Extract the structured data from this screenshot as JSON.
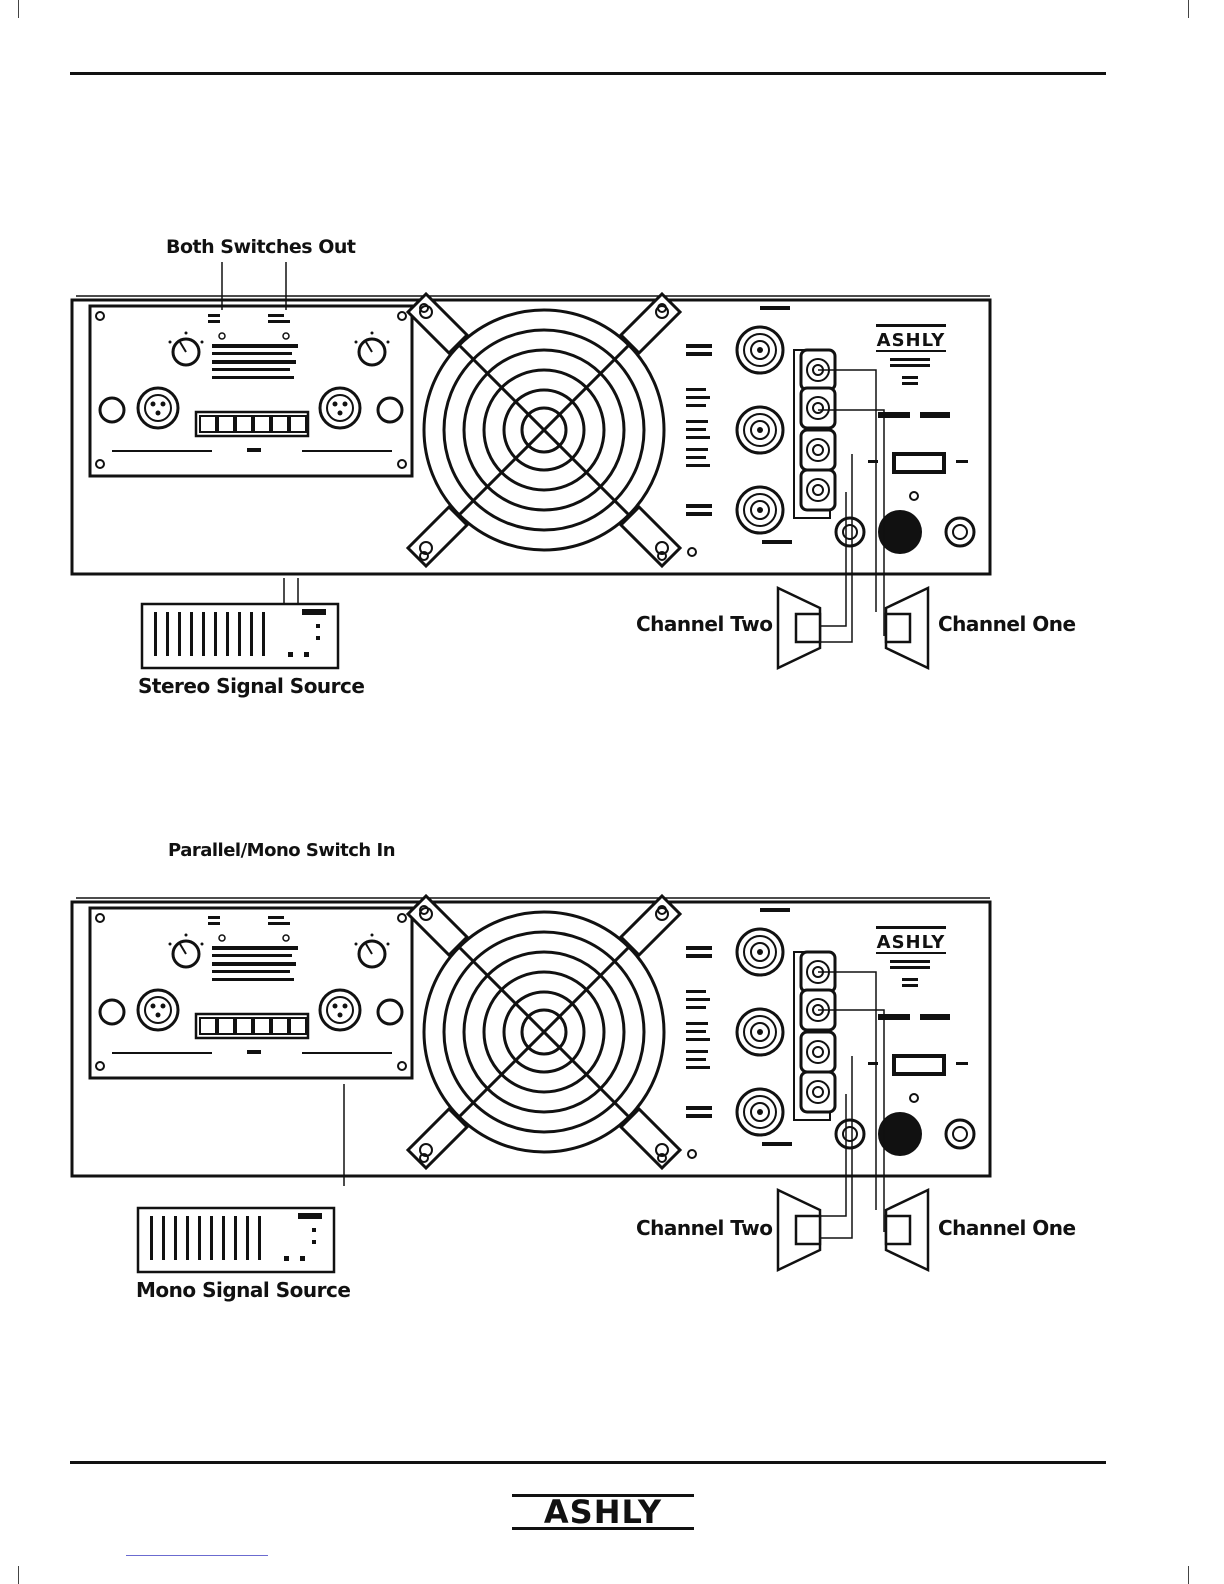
{
  "diagram_top": {
    "title": "Both Switches Out",
    "source_label": "Stereo Signal Source",
    "channel_two_label": "Channel Two",
    "channel_one_label": "Channel One"
  },
  "diagram_bottom": {
    "title": "Parallel/Mono Switch In",
    "source_label": "Mono Signal Source",
    "channel_two_label": "Channel Two",
    "channel_one_label": "Channel One"
  },
  "footer": {
    "logo": "ASHLY"
  },
  "icons": {
    "fan": "fan-grille-icon",
    "speaker": "speaker-icon",
    "xlr": "xlr-connector-icon",
    "speakon": "speakon-connector-icon",
    "knob": "gain-knob-icon"
  }
}
